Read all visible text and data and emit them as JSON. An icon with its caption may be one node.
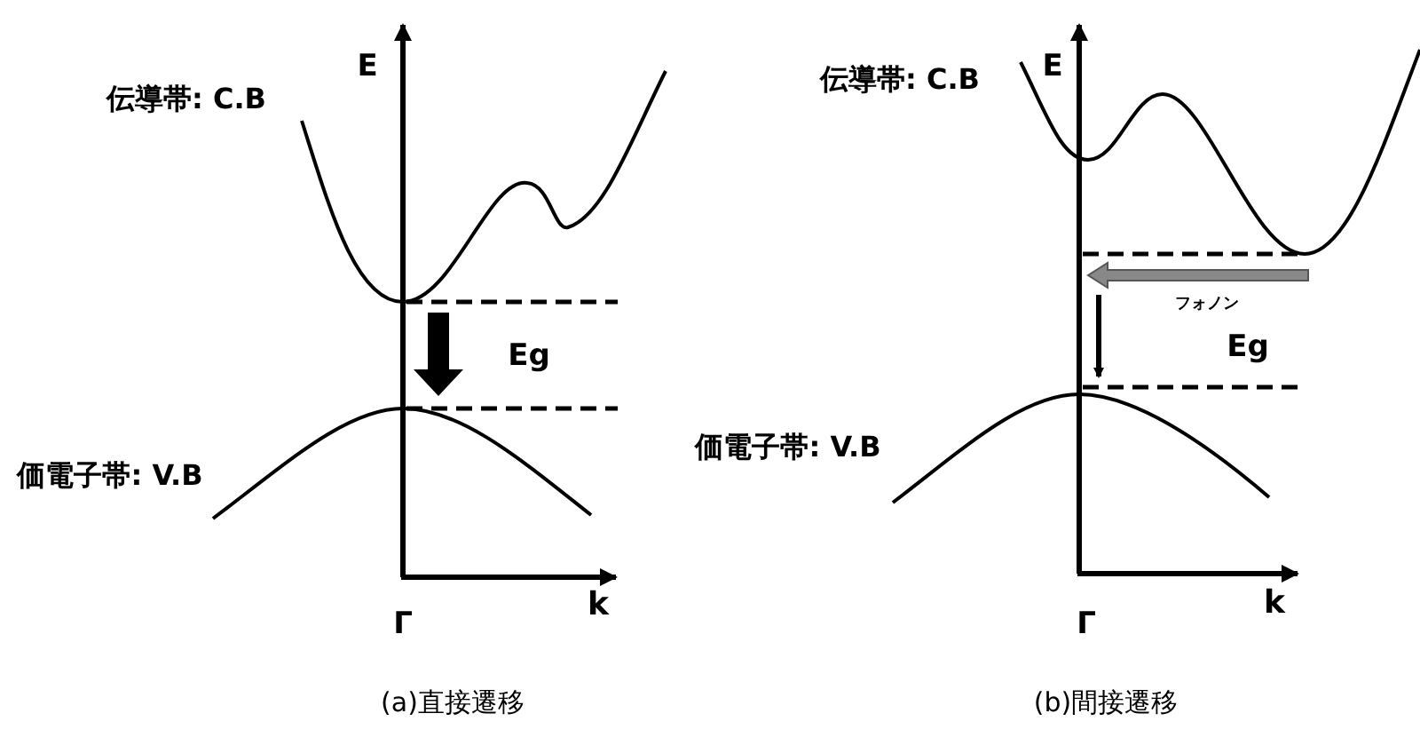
{
  "diagram": {
    "labels": [
      "E",
      "伝導帯: C.B",
      "Eg",
      "価電子帯: V.B",
      "k",
      "Γ",
      "(a)直接遷移",
      "伝導帯: C.B",
      "E",
      "フォノン",
      "Eg",
      "価電子帯: V.B",
      "Γ",
      "k",
      "(b)間接遷移"
    ]
  }
}
